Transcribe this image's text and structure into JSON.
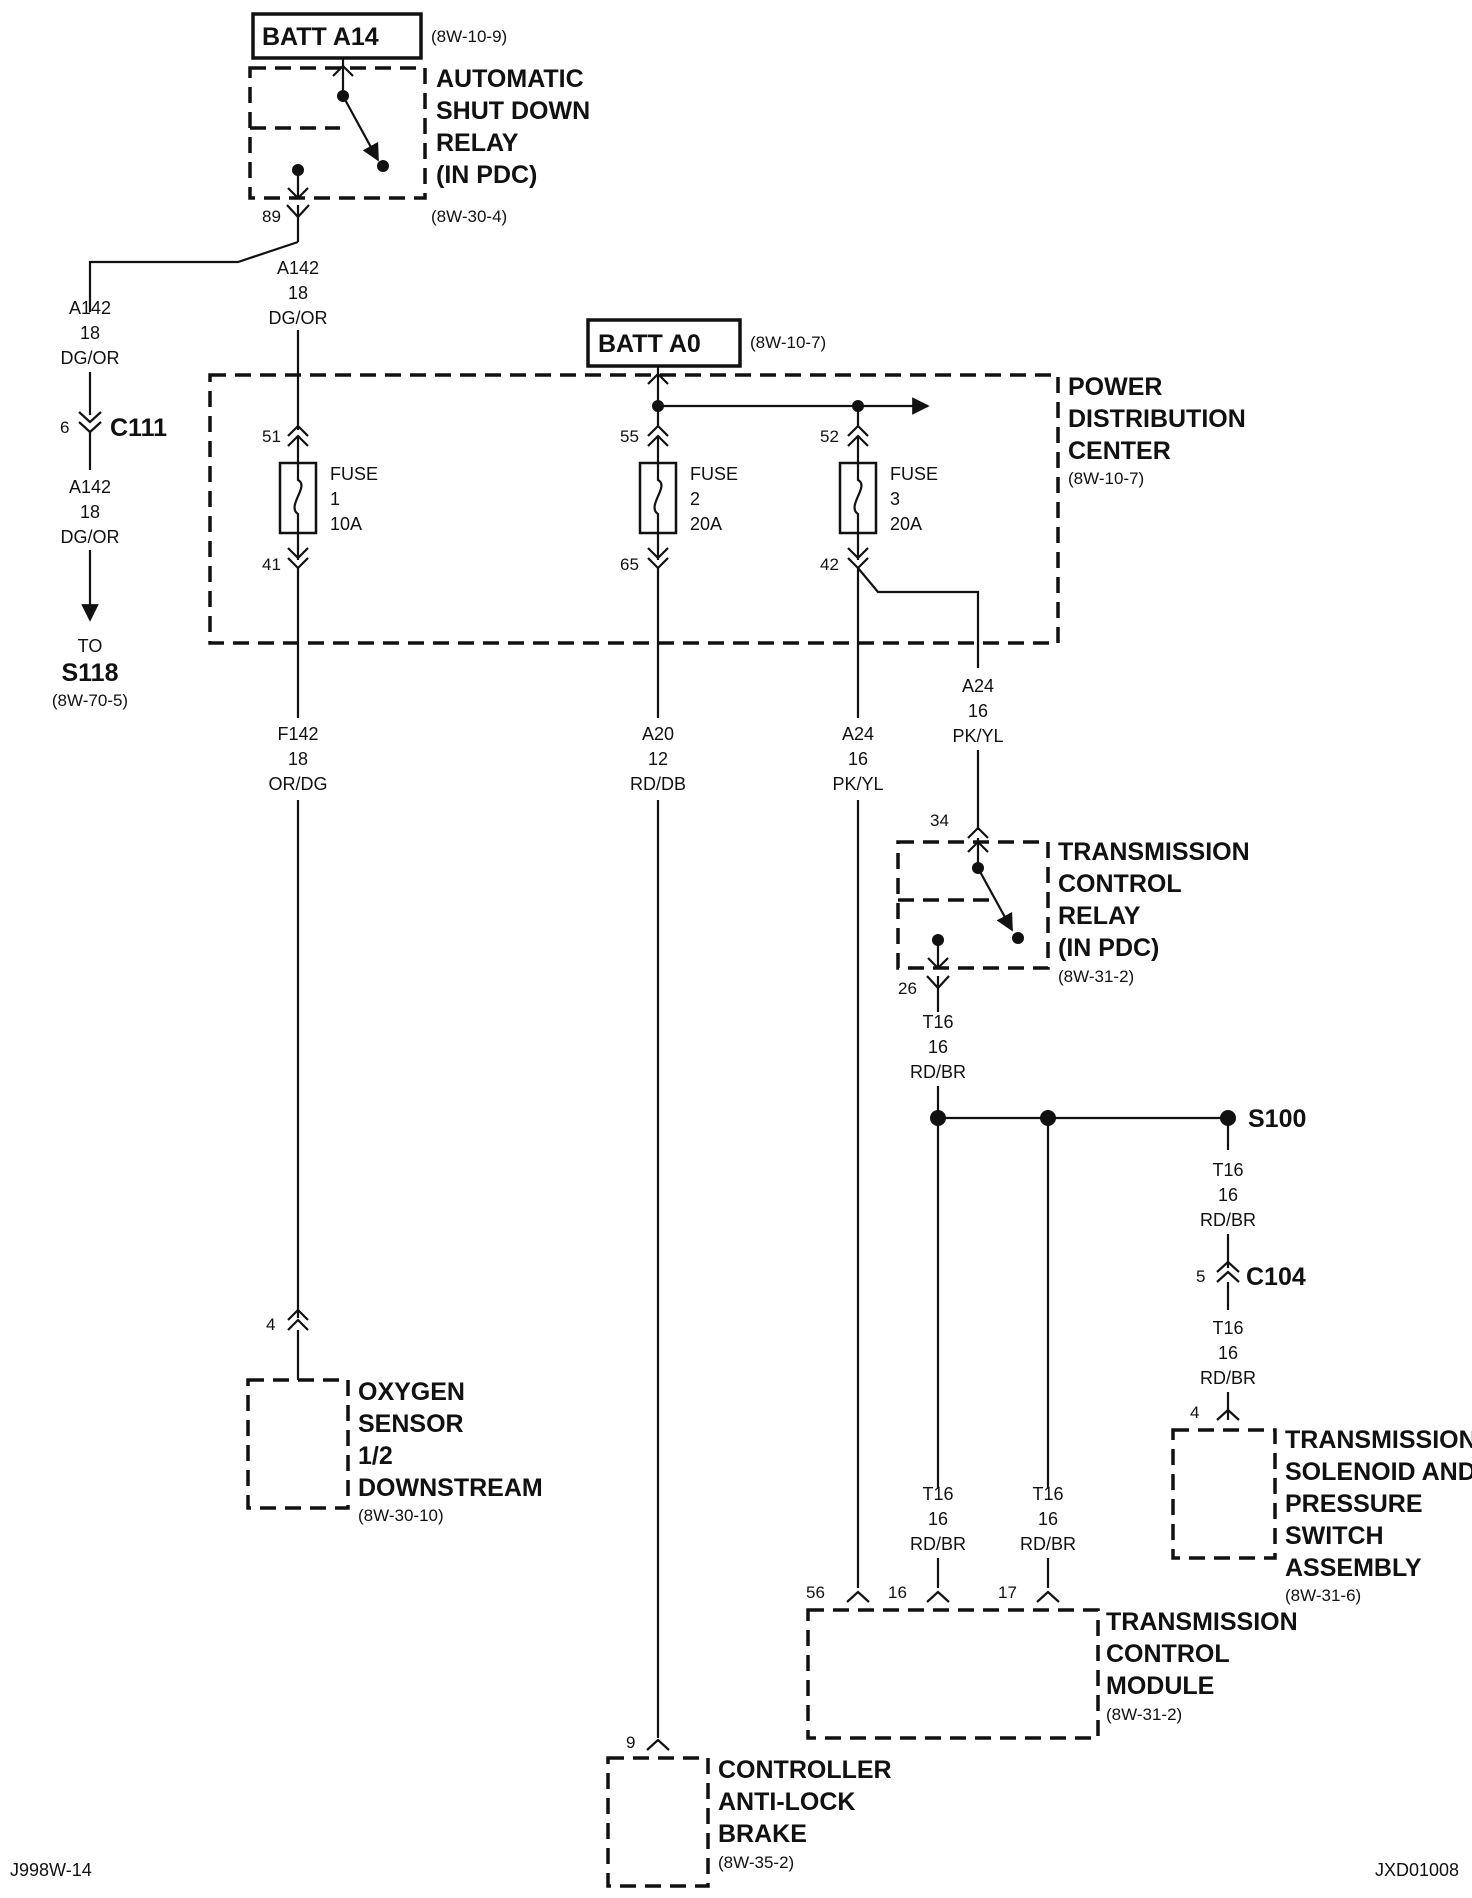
{
  "asd_relay": {
    "batt_label": "BATT A14",
    "batt_ref": "(8W-10-9)",
    "name_lines": [
      "AUTOMATIC",
      "SHUT DOWN",
      "RELAY",
      "(IN PDC)"
    ],
    "ref": "(8W-30-4)",
    "pin": "89"
  },
  "wire_a142_upper": [
    "A142",
    "18",
    "DG/OR"
  ],
  "wire_a142_left": [
    "A142",
    "18",
    "DG/OR"
  ],
  "connector_c111": {
    "pin": "6",
    "label": "C111"
  },
  "wire_a142_lower": [
    "A142",
    "18",
    "DG/OR"
  ],
  "s118": {
    "to": "TO",
    "label": "S118",
    "ref": "(8W-70-5)"
  },
  "pdc": {
    "batt_label": "BATT A0",
    "batt_ref": "(8W-10-7)",
    "name_lines": [
      "POWER",
      "DISTRIBUTION",
      "CENTER"
    ],
    "ref": "(8W-10-7)",
    "fuses": [
      {
        "pin_in": "51",
        "pin_out": "41",
        "label": [
          "FUSE",
          "1",
          "10A"
        ]
      },
      {
        "pin_in": "55",
        "pin_out": "65",
        "label": [
          "FUSE",
          "2",
          "20A"
        ]
      },
      {
        "pin_in": "52",
        "pin_out": "42",
        "label": [
          "FUSE",
          "3",
          "20A"
        ]
      }
    ]
  },
  "wire_f142": [
    "F142",
    "18",
    "OR/DG"
  ],
  "wire_a20": [
    "A20",
    "12",
    "RD/DB"
  ],
  "wire_a24_left": [
    "A24",
    "16",
    "PK/YL"
  ],
  "wire_a24_right": [
    "A24",
    "16",
    "PK/YL"
  ],
  "tcr": {
    "pin_in": "34",
    "pin_out": "26",
    "name_lines": [
      "TRANSMISSION",
      "CONTROL",
      "RELAY",
      "(IN PDC)"
    ],
    "ref": "(8W-31-2)"
  },
  "wire_t16_relay": [
    "T16",
    "16",
    "RD/BR"
  ],
  "s100": {
    "label": "S100"
  },
  "wire_t16_s100": [
    "T16",
    "16",
    "RD/BR"
  ],
  "connector_c104": {
    "pin": "5",
    "label": "C104"
  },
  "wire_t16_c104": [
    "T16",
    "16",
    "RD/BR"
  ],
  "solenoid": {
    "pin": "4",
    "name_lines": [
      "TRANSMISSION",
      "SOLENOID AND",
      "PRESSURE",
      "SWITCH",
      "ASSEMBLY"
    ],
    "ref": "(8W-31-6)"
  },
  "o2_sensor": {
    "pin": "4",
    "name_lines": [
      "OXYGEN",
      "SENSOR",
      "1/2",
      "DOWNSTREAM"
    ],
    "ref": "(8W-30-10)"
  },
  "wire_t16_a": [
    "T16",
    "16",
    "RD/BR"
  ],
  "wire_t16_b": [
    "T16",
    "16",
    "RD/BR"
  ],
  "tcm": {
    "pins": [
      "56",
      "16",
      "17"
    ],
    "name_lines": [
      "TRANSMISSION",
      "CONTROL",
      "MODULE"
    ],
    "ref": "(8W-31-2)"
  },
  "abs": {
    "pin": "9",
    "name_lines": [
      "CONTROLLER",
      "ANTI-LOCK",
      "BRAKE"
    ],
    "ref": "(8W-35-2)"
  },
  "footer": {
    "left": "J998W-14",
    "right": "JXD01008"
  }
}
